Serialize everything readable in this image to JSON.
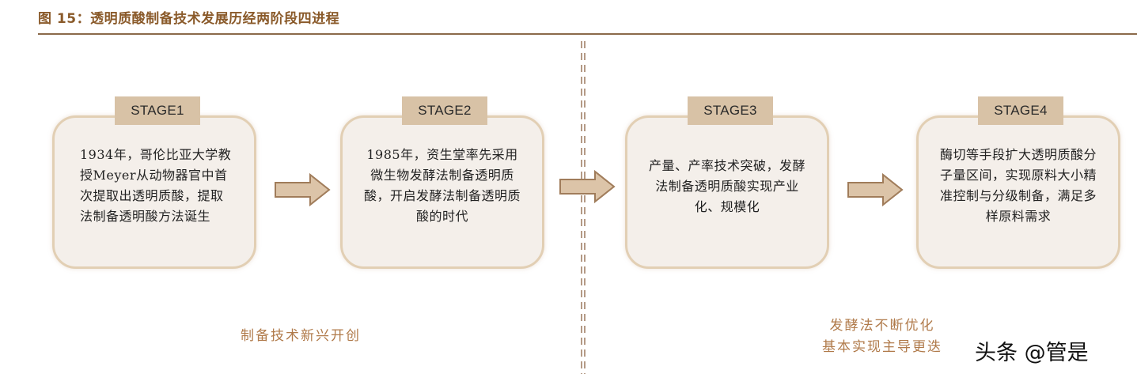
{
  "figure": {
    "title": "图 15：透明质酸制备技术发展历经两阶段四进程"
  },
  "stages": [
    {
      "label": "STAGE1",
      "text": "1934年，哥伦比亚大学教授Meyer从动物器官中首次提取出透明质酸，提取法制备透明酸方法诞生"
    },
    {
      "label": "STAGE2",
      "text": "1985年，资生堂率先采用微生物发酵法制备透明质酸，开启发酵法制备透明质酸的时代"
    },
    {
      "label": "STAGE3",
      "text": "产量、产率技术突破，发酵法制备透明质酸实现产业化、规模化"
    },
    {
      "label": "STAGE4",
      "text": "酶切等手段扩大透明质酸分子量区间，实现原料大小精准控制与分级制备，满足多样原料需求"
    }
  ],
  "phases": {
    "left_caption": "制备技术新兴开创",
    "right_caption_line1": "发酵法不断优化",
    "right_caption_line2": "基本实现主导更迭"
  },
  "watermark": "头条 @管是",
  "colors": {
    "title": "#8a5a2a",
    "stage_tab": "#d8c2a6",
    "box_fill": "#f4efea",
    "box_border": "#e2cfb4",
    "arrow_fill": "#dcc4a8",
    "arrow_stroke": "#a07c5a",
    "caption": "#b07a4a",
    "divider": "#b49a86"
  },
  "icons": [
    "right-arrow-icon"
  ]
}
